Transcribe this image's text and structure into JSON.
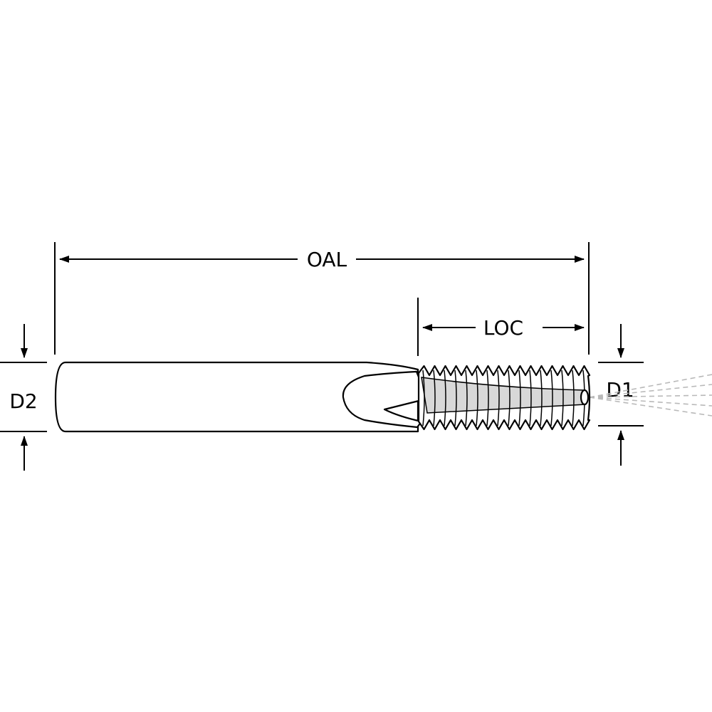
{
  "labels": {
    "oal": "OAL",
    "loc": "LOC",
    "d1": "D1",
    "d2": "D2"
  },
  "colors": {
    "line": "#000000",
    "background": "#ffffff",
    "centerline_dash": "#b9b9b9"
  }
}
